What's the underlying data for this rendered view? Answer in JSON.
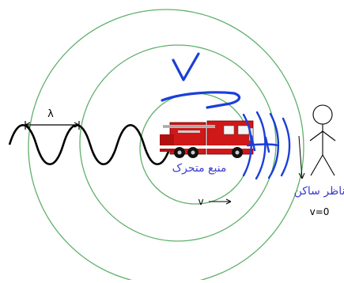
{
  "labels": {
    "wavelength_symbol": "λ",
    "source_label": "منبع متحرک",
    "observer_label": "ناظر ساکن",
    "source_velocity": "v",
    "observer_velocity": "v=0",
    "handwritten_velocity": "V"
  },
  "icons": {
    "source": "fire-truck-icon",
    "observer": "stick-figure-icon"
  },
  "colors": {
    "wavefront": "#5fb06a",
    "wave": "#000000",
    "annotation_blue": "#1a3fd8",
    "truck_red": "#d01818",
    "label_text": "#3b3bd0"
  }
}
